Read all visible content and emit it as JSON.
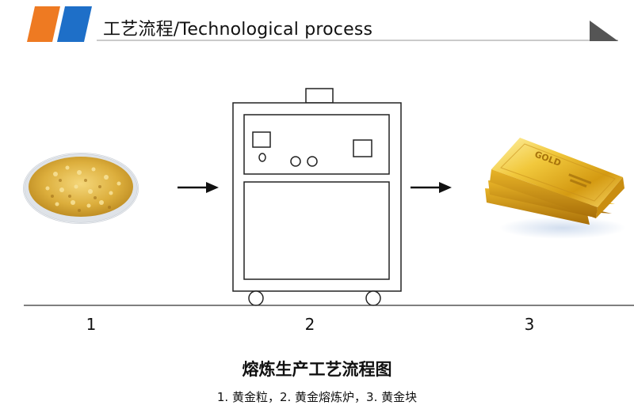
{
  "header": {
    "title": "工艺流程/Technological process",
    "colors": {
      "left_block": "#ee7a22",
      "right_block": "#1e6fc8",
      "rule": "#b8b8b8",
      "corner": "#555555"
    }
  },
  "steps": [
    {
      "number": "1",
      "icon": "gold-granules-dish-icon"
    },
    {
      "number": "2",
      "icon": "gold-melting-furnace-icon"
    },
    {
      "number": "3",
      "icon": "gold-bars-icon"
    }
  ],
  "bar_text": "GOLD",
  "title": "熔炼生产工艺流程图",
  "caption": "1. 黄金粒，2. 黄金熔炼炉，3. 黄金块"
}
